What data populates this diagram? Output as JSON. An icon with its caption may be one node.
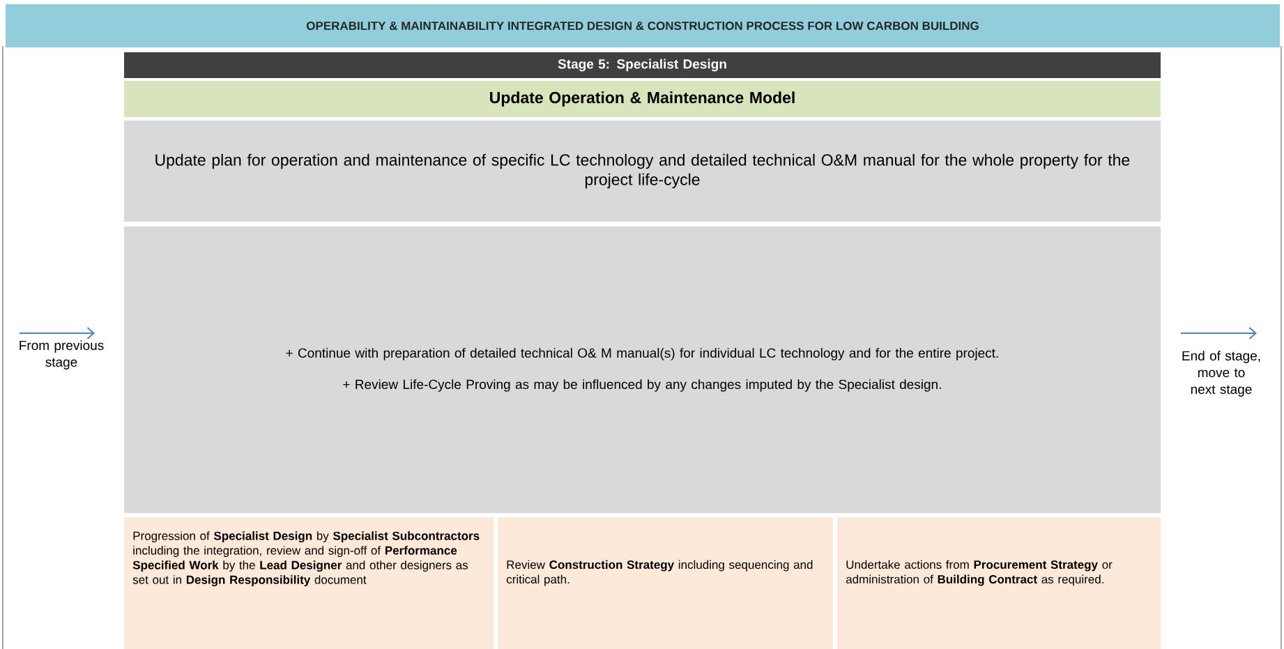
{
  "diagram": {
    "title": "OPERABILITY & MAINTAINABILITY INTEGRATED DESIGN & CONSTRUCTION PROCESS FOR LOW CARBON BUILDING",
    "nodes": [
      {
        "text": [
          "Stage 5: Specialist Design"
        ]
      },
      {
        "text": [
          "Update Operation & Maintenance Model"
        ]
      },
      {
        "text": [
          "Update plan for operation and maintenance of specific LC technology and detailed technical O&M manual for the whole property for the project life-cycle"
        ]
      },
      {
        "text": [
          "+ Continue with preparation of detailed technical O& M manual(s) for individual LC technology and for the entire project.",
          "+ Review Life-Cycle Proving as may be influenced by any changes imputed by the Specialist design."
        ]
      },
      {
        "text": [
          "Progression of **Specialist Design** by **Specialist Subcontractors** including the integration, review and sign-off of **Performance Specified Work** by the **Lead Designer** and other designers as set out in **Design Responsibility** document"
        ]
      },
      {
        "text": [
          "Review **Construction Strategy** including sequencing and critical path."
        ]
      },
      {
        "text": [
          "Undertake actions from **Procurement Strategy** or administration of **Building Contract** as required."
        ]
      }
    ],
    "labels": [
      "From previous stage",
      "End of stage, move to next stage"
    ]
  }
}
